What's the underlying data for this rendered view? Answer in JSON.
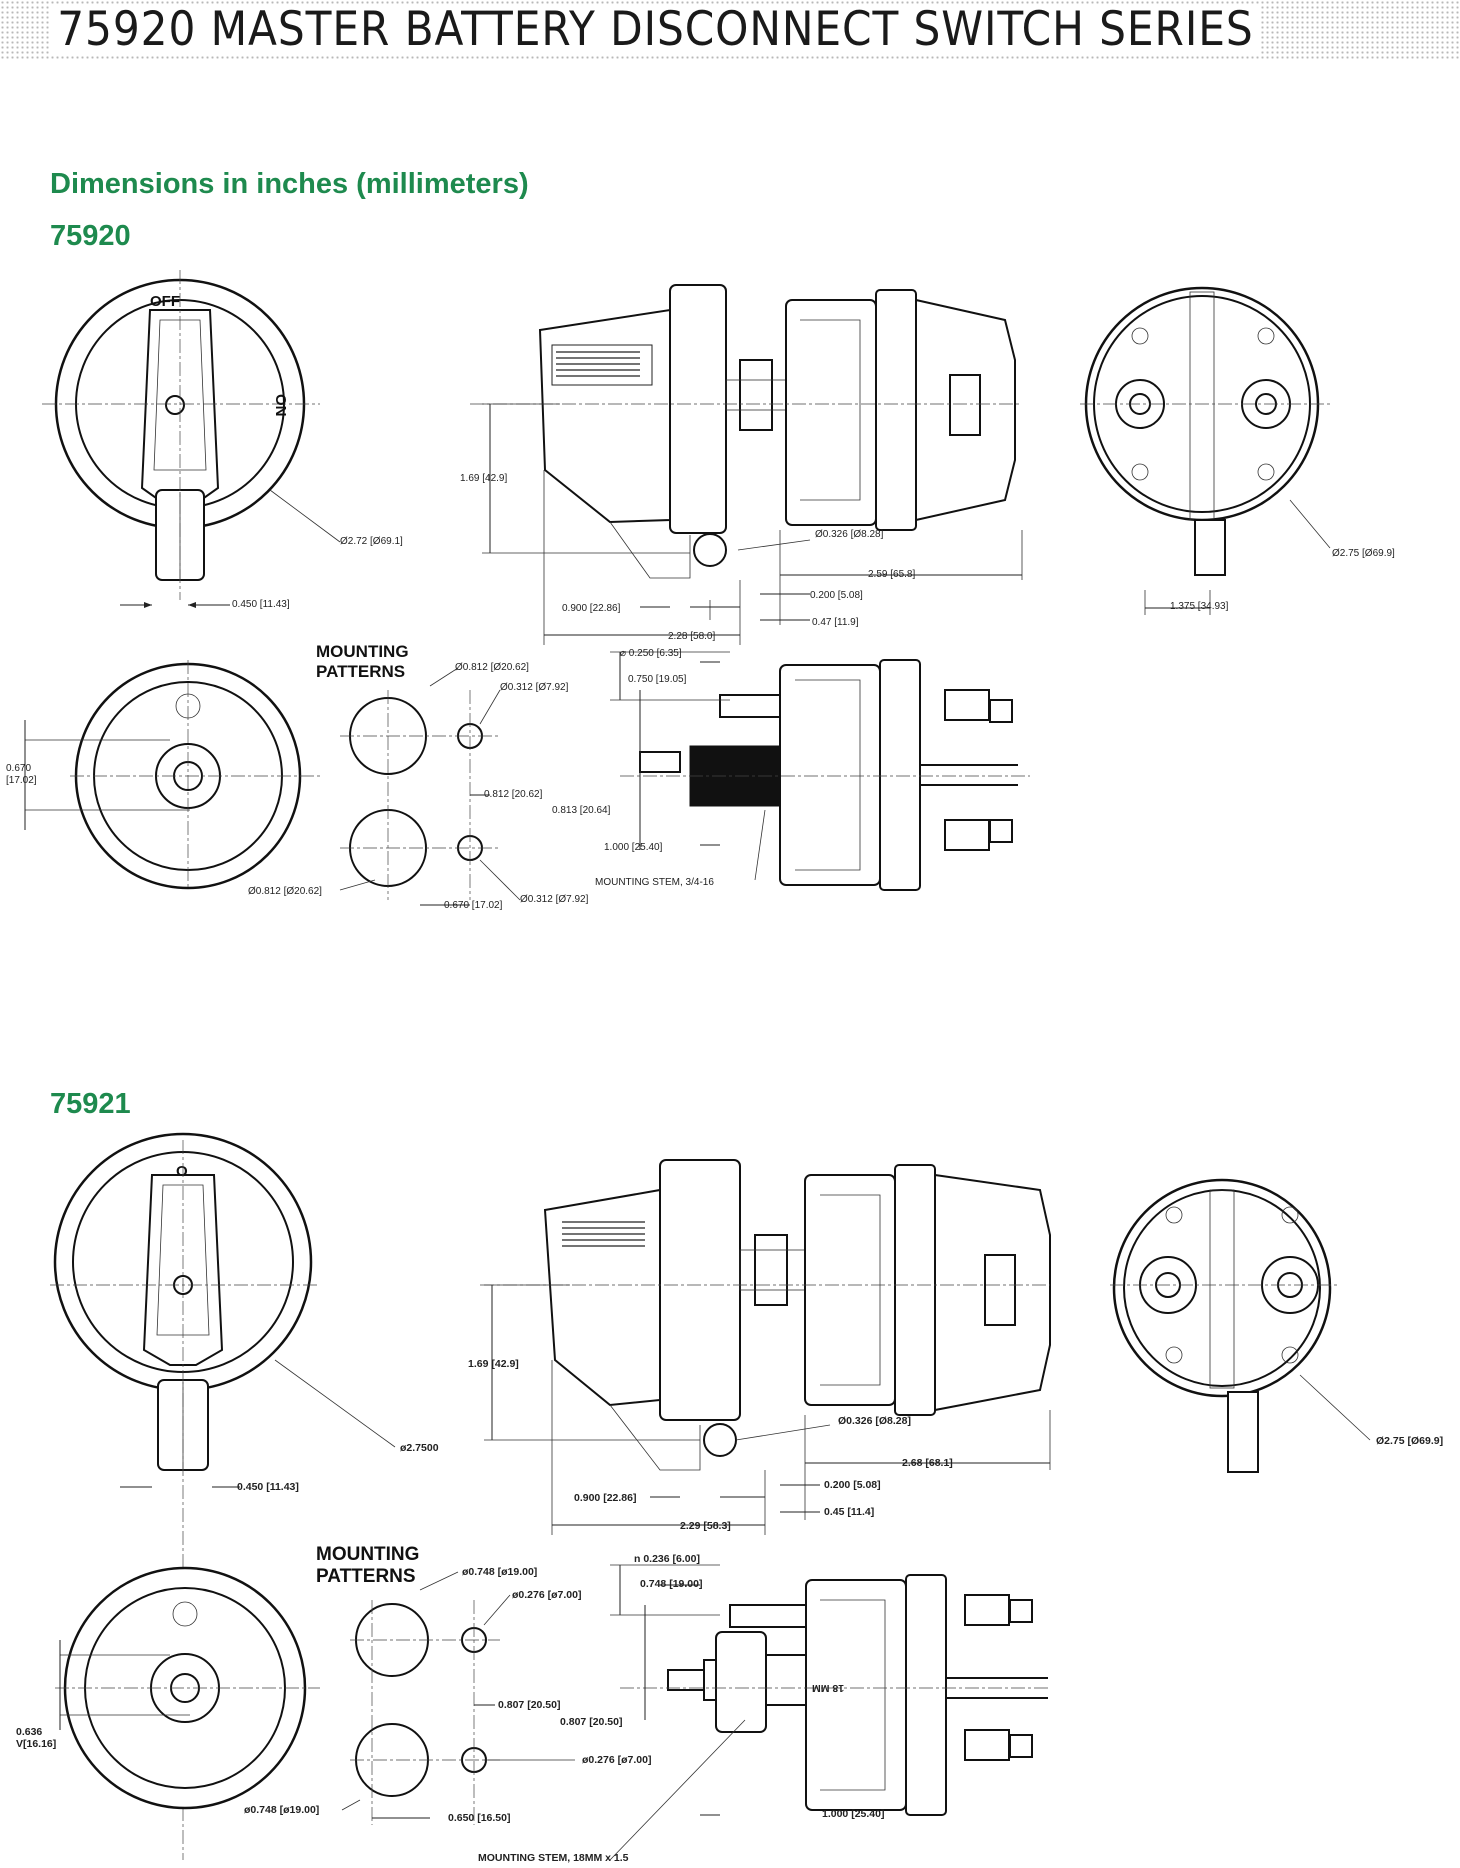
{
  "header": {
    "title": "75920 MASTER BATTERY DISCONNECT SWITCH SERIES"
  },
  "section_heading": "Dimensions in inches (millimeters)",
  "model_a": {
    "name": "75920",
    "handle_text": {
      "off": "OFF",
      "on": "ON"
    },
    "mounting_patterns": "MOUNTING\nPATTERNS",
    "labels": {
      "dia_body": "Ø2.72 [Ø69.1]",
      "handle_width": "0.450 [11.43]",
      "height": "1.69 [42.9]",
      "hole_dia": "Ø0.326 [Ø8.28]",
      "depth_total": "2.59 [65.8]",
      "dim_0200": "0.200 [5.08]",
      "dim_0900": "0.900 [22.86]",
      "dim_047": "0.47 [11.9]",
      "dim_228": "2.28 [58.0]",
      "dia_right": "Ø2.75 [Ø69.9]",
      "dim_1375": "1.375 [34.93]",
      "offset_left": "0.670\n[17.02]",
      "mp_big_top": "Ø0.812 [Ø20.62]",
      "mp_small_top": "Ø0.312 [Ø7.92]",
      "mp_spacing": "0.812 [20.62]",
      "mp_big_bottom": "Ø0.812 [Ø20.62]",
      "mp_offset": "0.670 [17.02]",
      "mp_small_bottom": "Ø0.312 [Ø7.92]",
      "side_0250": "⌀ 0.250 [6.35]",
      "side_0750": "0.750 [19.05]",
      "side_0813": "0.813 [20.64]",
      "side_1000": "1.000 [25.40]",
      "stem": "MOUNTING STEM, 3/4-16"
    }
  },
  "model_b": {
    "name": "75921",
    "handle_text": {
      "off": "O"
    },
    "mounting_patterns": "MOUNTING\nPATTERNS",
    "labels": {
      "dia_body": "ø2.7500",
      "handle_width": "0.450 [11.43]",
      "height": "1.69 [42.9]",
      "hole_dia": "Ø0.326 [Ø8.28]",
      "depth_total": "2.68 [68.1]",
      "dim_0900": "0.900 [22.86]",
      "dim_0200": "0.200 [5.08]",
      "dim_045": "0.45 [11.4]",
      "dim_229": "2.29 [58.3]",
      "dia_right": "Ø2.75 [Ø69.9]",
      "offset_left": "0.636\nV[16.16]",
      "mp_big_top": "ø0.748 [ø19.00]",
      "mp_small_top": "ø0.276 [ø7.00]",
      "mp_spacing": "0.807 [20.50]",
      "mp_small_bottom": "ø0.276 [ø7.00]",
      "mp_big_bottom": "ø0.748 [ø19.00]",
      "mp_offset": "0.650 [16.50]",
      "side_0236": "n 0.236 [6.00]",
      "side_0748": "0.748 [19.00]",
      "side_0807": "0.807 [20.50]",
      "side_1000": "1.000 [25.40]",
      "stem": "MOUNTING STEM, 18MM x 1.5",
      "metric": "18 MM"
    }
  }
}
